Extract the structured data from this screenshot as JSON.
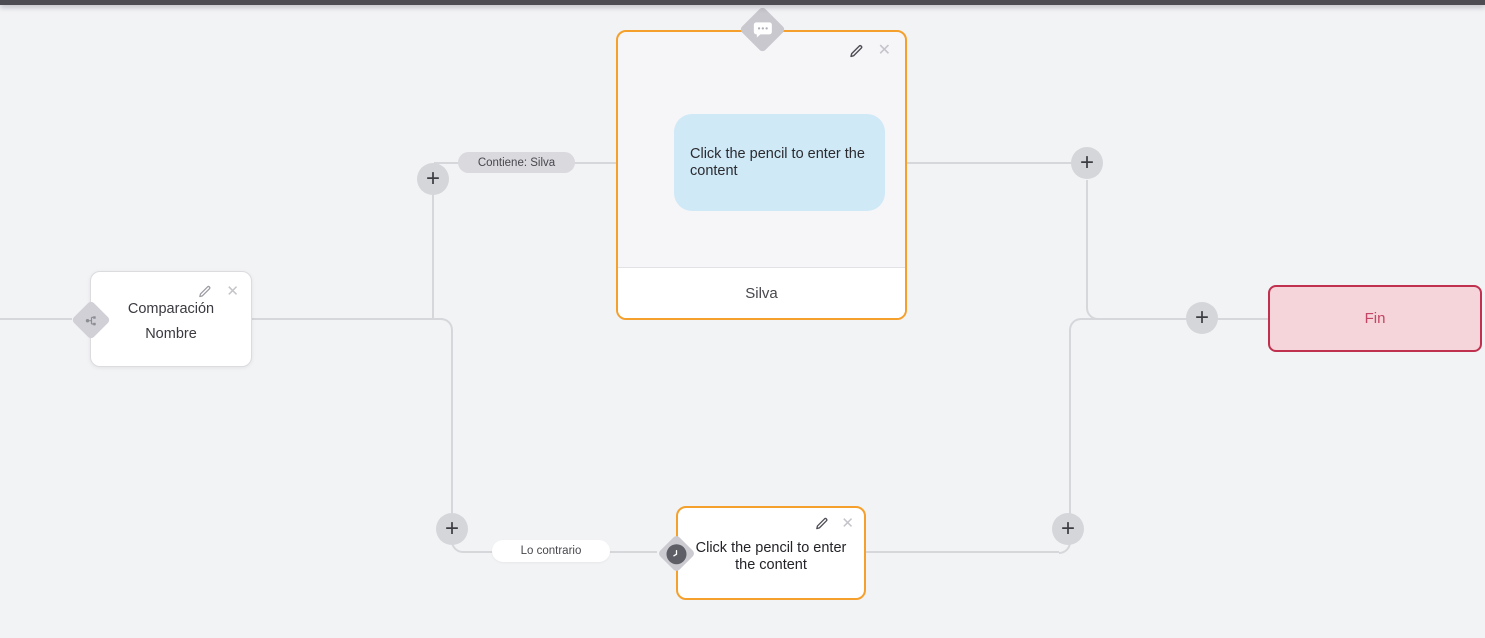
{
  "canvas": {
    "background": "#f2f3f5",
    "top_edge_color": "#4c4c52",
    "connector_color": "#d6d7db"
  },
  "condition_node": {
    "title_line1": "Comparación",
    "title_line2": "Nombre",
    "type_icon": "branch-icon"
  },
  "message_node": {
    "placeholder": "Click the pencil to enter the content",
    "footer_label": "Silva",
    "type_icon": "chat-bubble-icon",
    "border_color": "#f5a02d",
    "bubble_color": "#cfe9f7"
  },
  "delay_node": {
    "placeholder": "Click the pencil to enter the content",
    "type_icon": "clock-icon",
    "border_color": "#f5a02d"
  },
  "end_node": {
    "label": "Fin",
    "background": "#f5d4da",
    "border_color": "#c0314f",
    "text_color": "#c24563"
  },
  "edges": {
    "match_label": "Contiene: Silva",
    "otherwise_label": "Lo contrario"
  },
  "controls": {
    "add_label": "+",
    "close_label": "✕"
  }
}
